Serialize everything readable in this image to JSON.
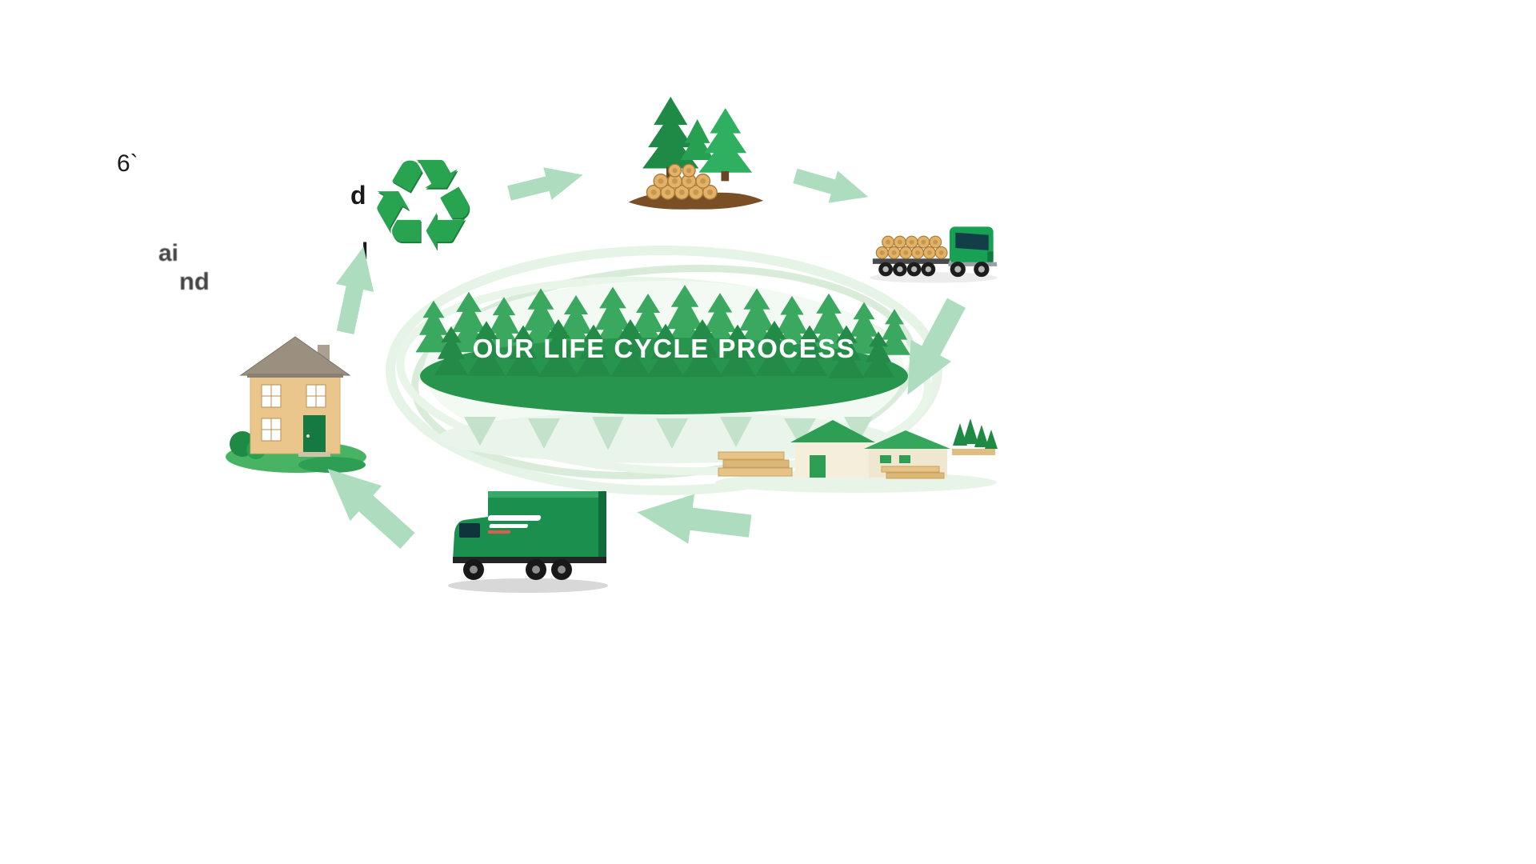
{
  "diagram": {
    "title": "OUR LIFE CYCLE PROCESS",
    "type": "circular-process",
    "stages": [
      {
        "id": "recycle",
        "icon": "recycle-icon",
        "glyph": "♻"
      },
      {
        "id": "forest",
        "icon": "forest-logs-icon"
      },
      {
        "id": "log-transport",
        "icon": "log-truck-icon"
      },
      {
        "id": "sawmill",
        "icon": "sawmill-icon"
      },
      {
        "id": "delivery",
        "icon": "delivery-truck-icon"
      },
      {
        "id": "home",
        "icon": "house-icon"
      }
    ],
    "text_fragments": [
      "6`",
      "d",
      "l",
      "ai",
      "nd"
    ]
  },
  "colors": {
    "arrow": "#aedcbf",
    "forest_dark": "#27954e",
    "forest_mid": "#3aa95f",
    "band_green": "#27954e",
    "swirl": "#dfefe0",
    "truck_green": "#1b8f4e",
    "log_tan": "#e2b268",
    "house_wall": "#eac58c",
    "roof_taupe": "#9b9080",
    "title_text": "#ffffff"
  }
}
